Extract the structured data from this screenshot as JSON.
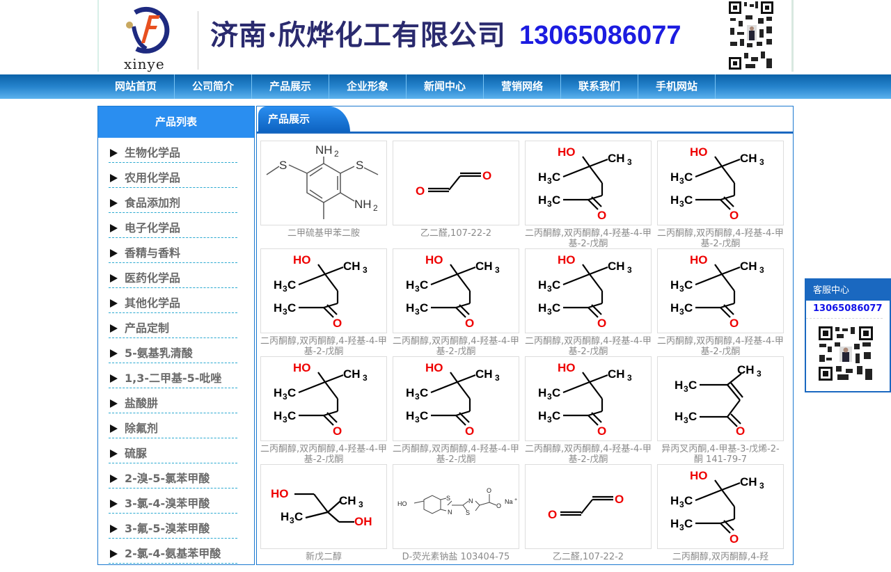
{
  "header": {
    "logo_text": "xinye",
    "company_name": "济南·欣烨化工有限公司",
    "phone": "13065086077",
    "qr_code": "qr-code"
  },
  "nav": {
    "items": [
      {
        "label": "网站首页"
      },
      {
        "label": "公司简介"
      },
      {
        "label": "产品展示"
      },
      {
        "label": "企业形象"
      },
      {
        "label": "新闻中心"
      },
      {
        "label": "营销网络"
      },
      {
        "label": "联系我们"
      },
      {
        "label": "手机网站"
      }
    ]
  },
  "sidebar": {
    "title": "产品列表",
    "categories": [
      {
        "label": "生物化学品"
      },
      {
        "label": "农用化学品"
      },
      {
        "label": "食品添加剂"
      },
      {
        "label": "电子化学品"
      },
      {
        "label": "香精与香料"
      },
      {
        "label": "医药化学品"
      },
      {
        "label": "其他化学品"
      },
      {
        "label": "产品定制"
      },
      {
        "label": "5-氨基乳清酸"
      },
      {
        "label": "1,3-二甲基-5-吡唑"
      },
      {
        "label": "盐酸肼"
      },
      {
        "label": "除氟剂"
      },
      {
        "label": "硫脲"
      },
      {
        "label": "2-溴-5-氯苯甲酸"
      },
      {
        "label": "3-氯-4-溴苯甲酸"
      },
      {
        "label": "3-氟-5-溴苯甲酸"
      },
      {
        "label": "2-氯-4-氨基苯甲酸"
      }
    ]
  },
  "main": {
    "title": "产品展示",
    "products": [
      {
        "caption": "二甲硫基甲苯二胺",
        "structure": "dmtda"
      },
      {
        "caption": "乙二醛,107-22-2",
        "structure": "glyoxal"
      },
      {
        "caption": "二丙酮醇,双丙酮醇,4-羟基-4-甲基-2-戊酮",
        "structure": "diacetone-alcohol"
      },
      {
        "caption": "二丙酮醇,双丙酮醇,4-羟基-4-甲基-2-戊酮",
        "structure": "diacetone-alcohol"
      },
      {
        "caption": "二丙酮醇,双丙酮醇,4-羟基-4-甲基-2-戊酮",
        "structure": "diacetone-alcohol"
      },
      {
        "caption": "二丙酮醇,双丙酮醇,4-羟基-4-甲基-2-戊酮",
        "structure": "diacetone-alcohol"
      },
      {
        "caption": "二丙酮醇,双丙酮醇,4-羟基-4-甲基-2-戊酮",
        "structure": "diacetone-alcohol"
      },
      {
        "caption": "二丙酮醇,双丙酮醇,4-羟基-4-甲基-2-戊酮",
        "structure": "diacetone-alcohol"
      },
      {
        "caption": "二丙酮醇,双丙酮醇,4-羟基-4-甲基-2-戊酮",
        "structure": "diacetone-alcohol"
      },
      {
        "caption": "二丙酮醇,双丙酮醇,4-羟基-4-甲基-2-戊酮",
        "structure": "diacetone-alcohol"
      },
      {
        "caption": "二丙酮醇,双丙酮醇,4-羟基-4-甲基-2-戊酮",
        "structure": "diacetone-alcohol"
      },
      {
        "caption": "异丙叉丙酮,4-甲基-3-戊烯-2-酮 141-79-7",
        "structure": "mesityl-oxide"
      },
      {
        "caption": "新戊二醇",
        "structure": "neopentyl-glycol"
      },
      {
        "caption": "D-荧光素钠盐 103404-75",
        "structure": "luciferin-sodium"
      },
      {
        "caption": "乙二醛,107-22-2",
        "structure": "glyoxal"
      },
      {
        "caption": "二丙酮醇,双丙酮醇,4-羟",
        "structure": "diacetone-alcohol"
      }
    ]
  },
  "kefu": {
    "title": "客服中心",
    "phone": "13065086077"
  },
  "colors": {
    "nav_top": "#0b62a8",
    "nav_bottom": "#5cb2ee",
    "sidebar_title": "#2a8ef0",
    "border_blue": "#1a78d0",
    "phone_blue": "#1c1ce0",
    "oxygen_red": "#ee0000"
  }
}
